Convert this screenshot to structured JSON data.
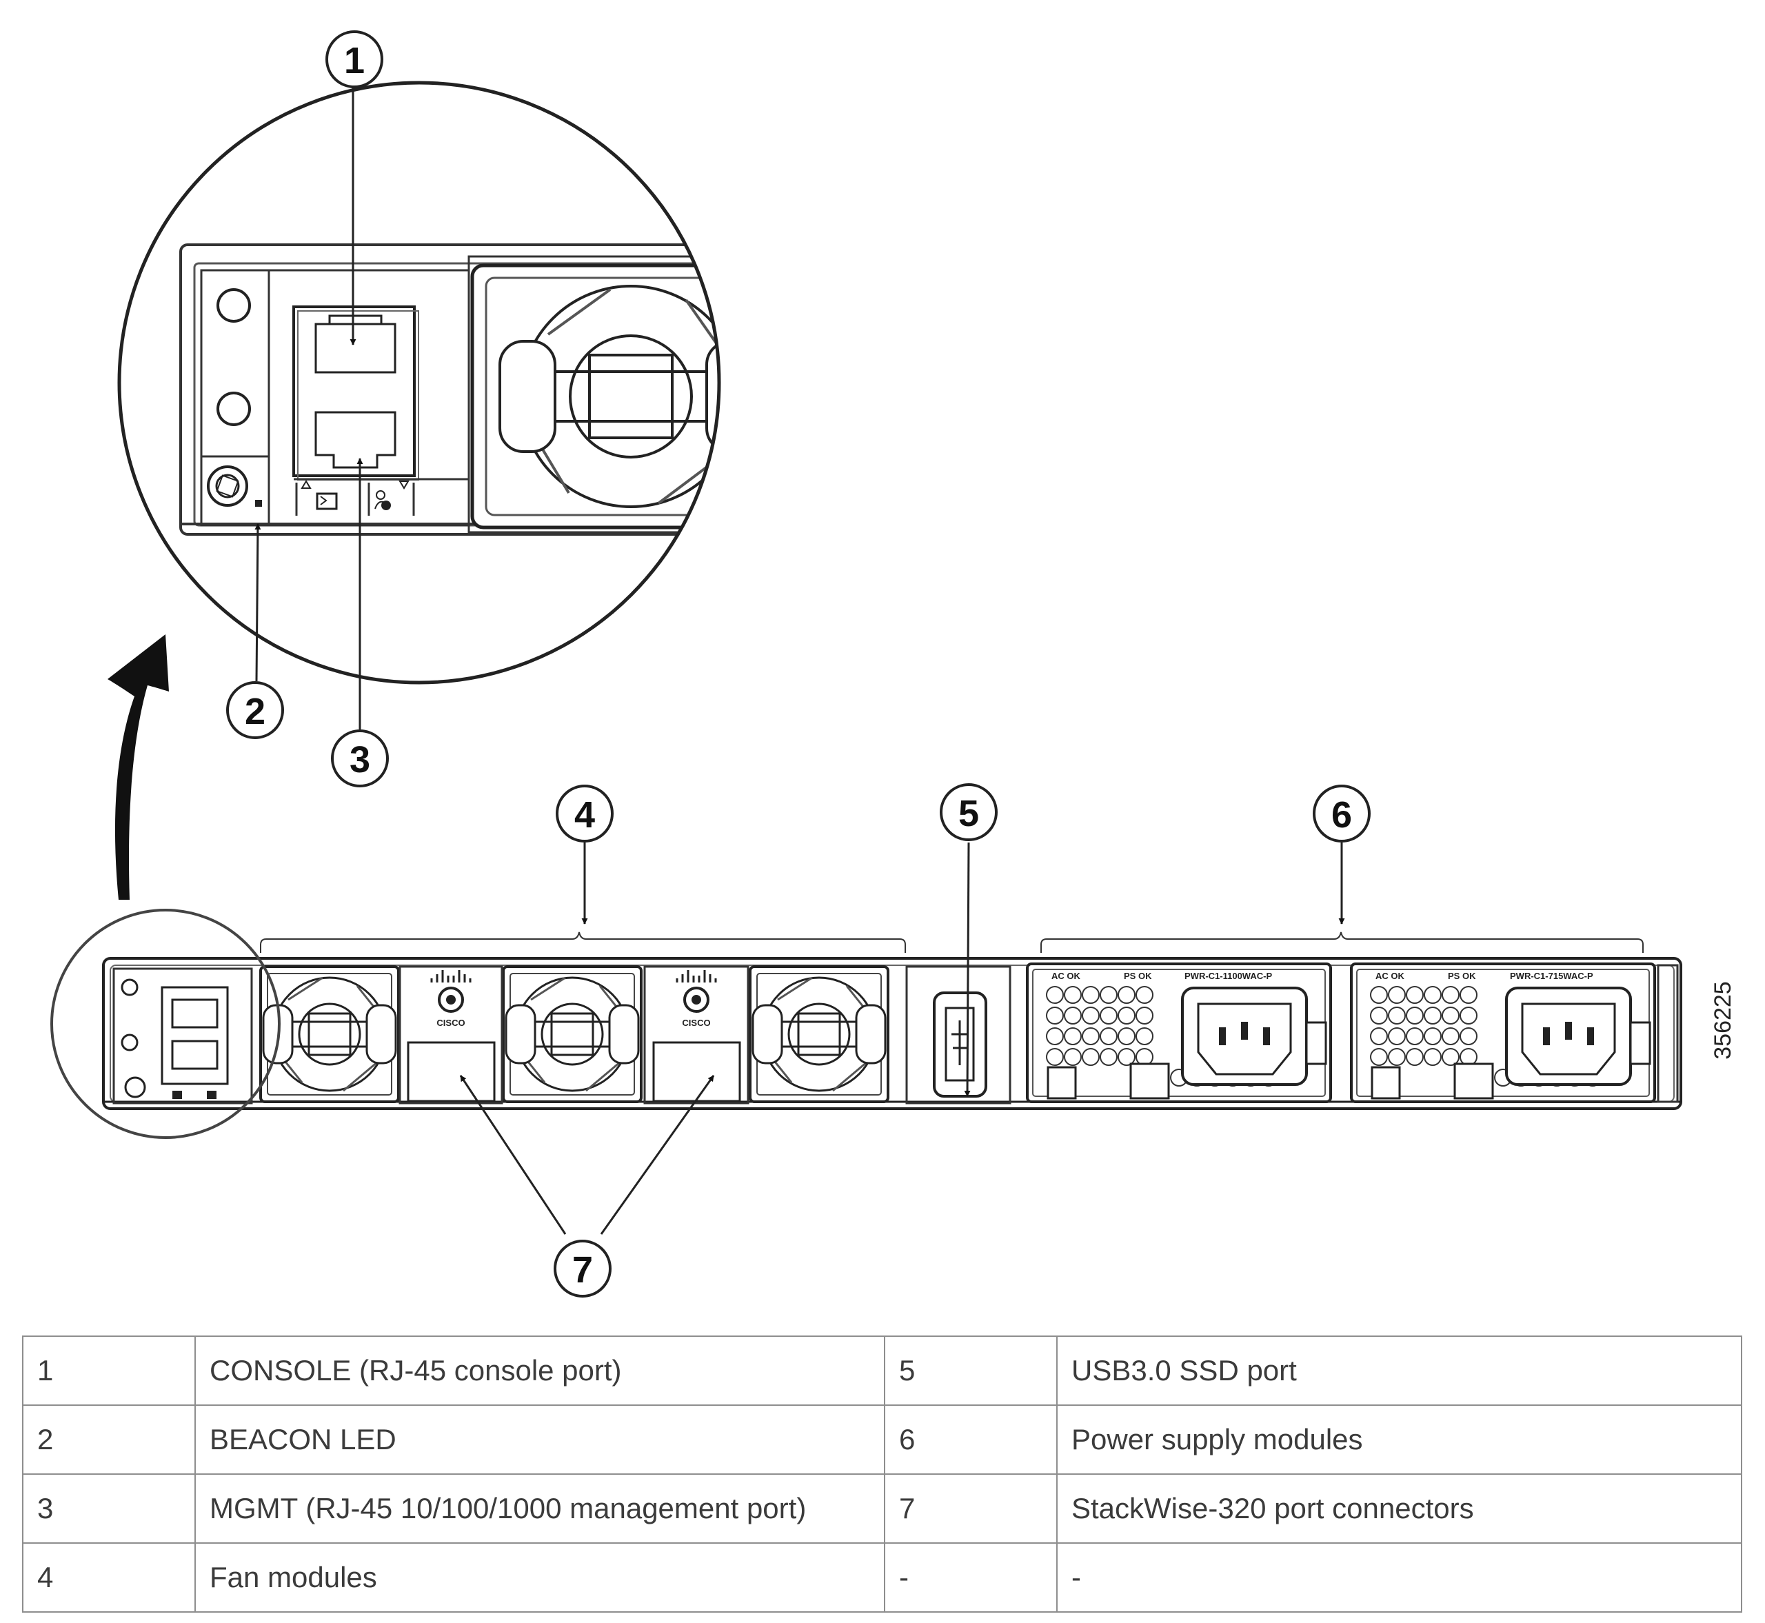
{
  "figure": {
    "figure_id": "356225",
    "callouts": [
      "1",
      "2",
      "3",
      "4",
      "5",
      "6",
      "7"
    ],
    "psu_labels": {
      "ac_ok": "AC OK",
      "ps_ok": "PS OK",
      "model_1": "PWR-C1-1100WAC-P",
      "model_2": "PWR-C1-715WAC-P"
    },
    "icons": [
      "console-port-icon",
      "management-port-icon",
      "beacon-led-icon",
      "cisco-logo",
      "usb-icon",
      "power-inlet-icon",
      "fan-icon"
    ]
  },
  "legend": {
    "rows": [
      {
        "n1": "1",
        "d1": "CONSOLE (RJ-45 console port)",
        "n2": "5",
        "d2": "USB3.0 SSD port"
      },
      {
        "n1": "2",
        "d1": "BEACON LED",
        "n2": "6",
        "d2": "Power supply modules"
      },
      {
        "n1": "3",
        "d1": "MGMT (RJ-45 10/100/1000 management port)",
        "n2": "7",
        "d2": "StackWise-320 port connectors"
      },
      {
        "n1": "4",
        "d1": "Fan modules",
        "n2": "-",
        "d2": "-"
      }
    ]
  }
}
